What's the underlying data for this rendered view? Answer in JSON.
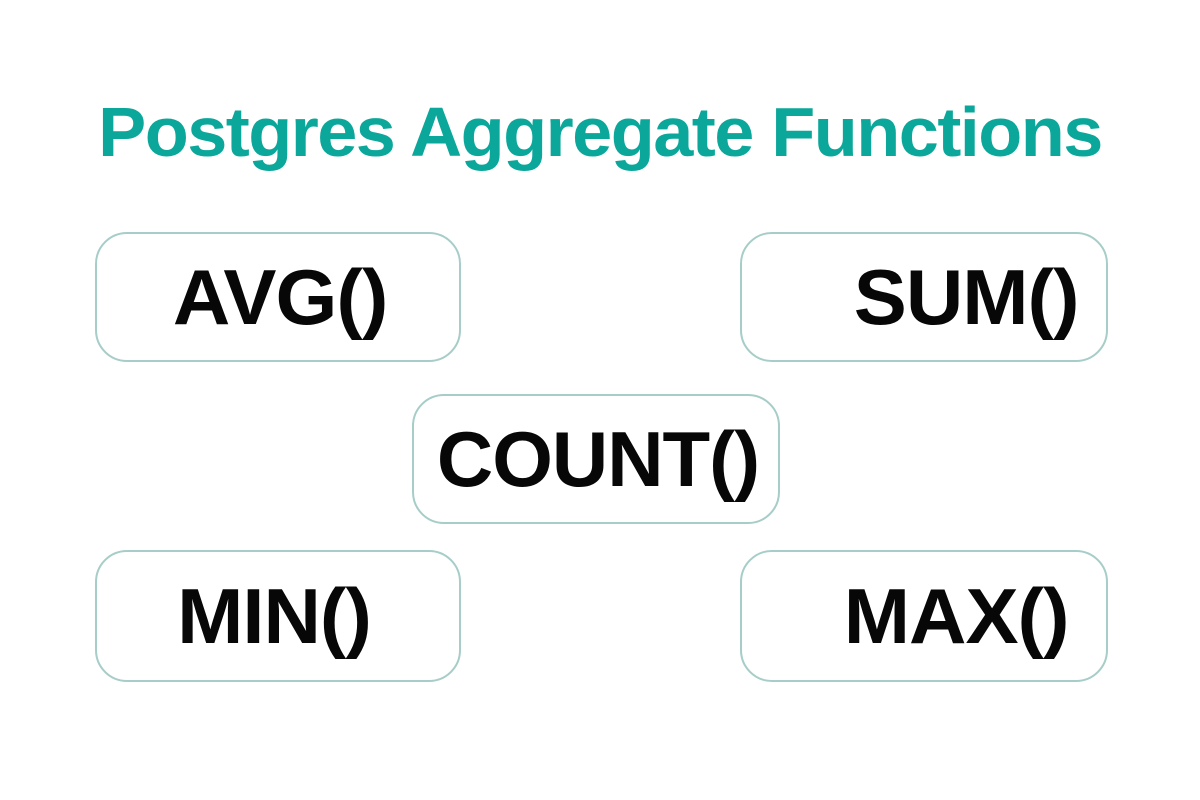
{
  "header": {
    "title": "Postgres Aggregate Functions",
    "title_color": "#0AA79A"
  },
  "theme": {
    "background": "#FFFFFF",
    "accent": "#0AA79A",
    "card_border": "#A6CDC8",
    "card_background": "#FFFFFF",
    "card_text": "#070707"
  },
  "cards": [
    {
      "id": "avg",
      "label": "AVG()",
      "position": "top-left"
    },
    {
      "id": "sum",
      "label": "SUM()",
      "position": "top-right"
    },
    {
      "id": "count",
      "label": "COUNT()",
      "position": "middle-center"
    },
    {
      "id": "min",
      "label": "MIN()",
      "position": "bottom-left"
    },
    {
      "id": "max",
      "label": "MAX()",
      "position": "bottom-right"
    }
  ]
}
